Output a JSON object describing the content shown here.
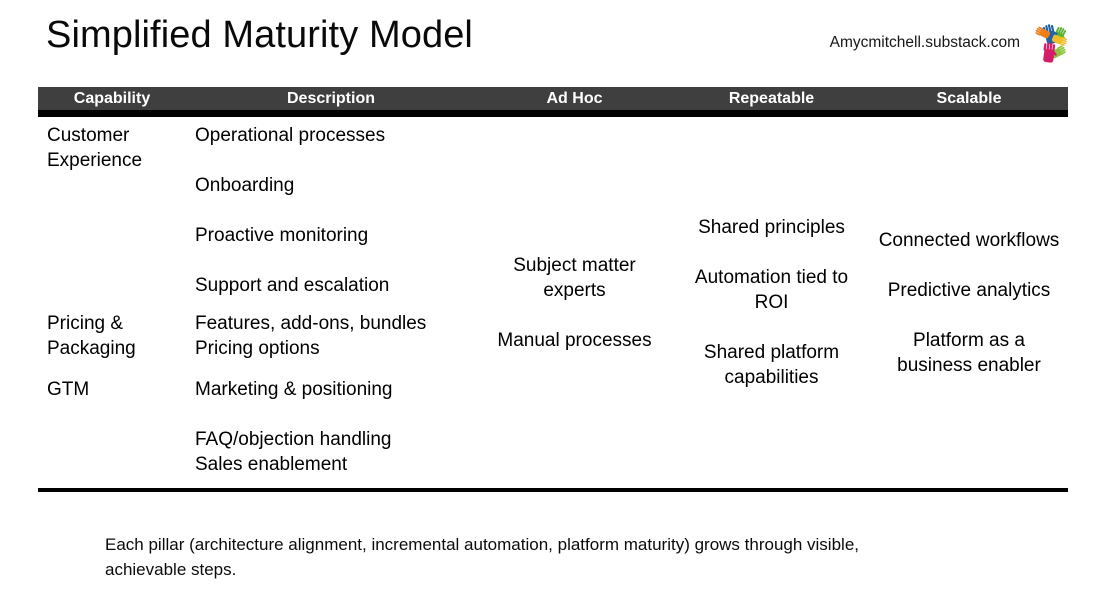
{
  "header": {
    "title": "Simplified Maturity Model",
    "brand_url": "Amycmitchell.substack.com",
    "logo_name": "colorful-hands-logo"
  },
  "table": {
    "columns": [
      {
        "key": "capability",
        "label": "Capability"
      },
      {
        "key": "description",
        "label": "Description"
      },
      {
        "key": "ad_hoc",
        "label": "Ad Hoc"
      },
      {
        "key": "repeatable",
        "label": "Repeatable"
      },
      {
        "key": "scalable",
        "label": "Scalable"
      }
    ],
    "rows": [
      {
        "capability": "Customer\nExperience",
        "description": [
          "Operational processes",
          "Onboarding",
          "Proactive monitoring",
          "Support and escalation"
        ]
      },
      {
        "capability": "Pricing &\nPackaging",
        "description": [
          "Features, add-ons, bundles",
          "Pricing options"
        ]
      },
      {
        "capability": "GTM",
        "description": [
          "Marketing & positioning",
          "FAQ/objection handling",
          "Sales enablement"
        ]
      }
    ],
    "stages": {
      "ad_hoc": [
        "Subject matter experts",
        "Manual processes"
      ],
      "repeatable": [
        "Shared principles",
        "Automation tied to ROI",
        "Shared platform capabilities"
      ],
      "scalable": [
        "Connected workflows",
        "Predictive analytics",
        "Platform as a business enabler"
      ]
    }
  },
  "caption": "Each pillar (architecture alignment, incremental automation, platform maturity) grows through visible, achievable steps.",
  "colors": {
    "header_cell_bg": "#3f3f3f",
    "grid": "#000000",
    "page_bg": "#ffffff",
    "text": "#000000"
  }
}
